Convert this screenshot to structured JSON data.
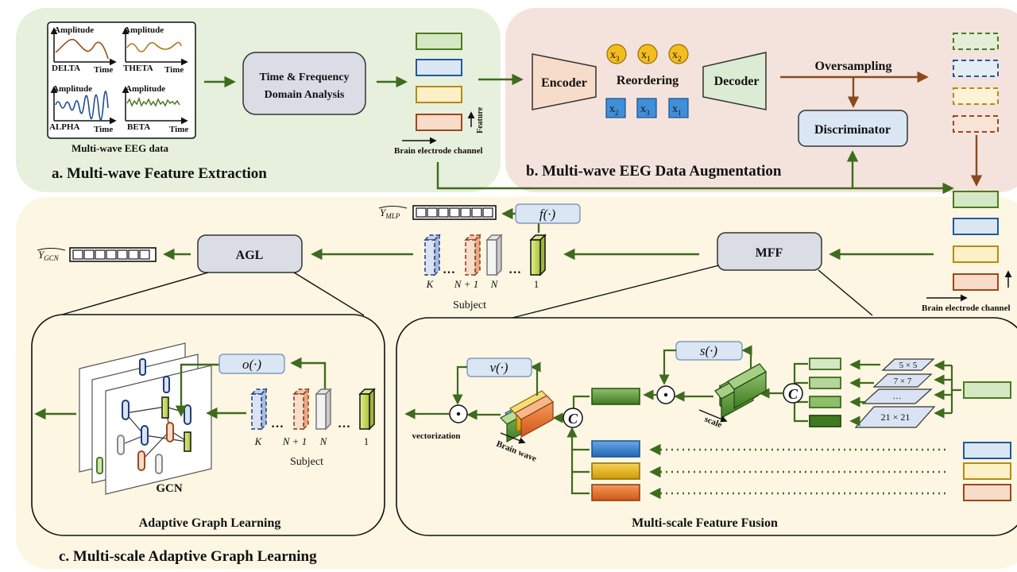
{
  "panel_a": {
    "title": "a. Multi-wave Feature Extraction",
    "eeg_caption": "Multi-wave EEG data",
    "amplitude": "Amplitude",
    "time": "Time",
    "waves": [
      "DELTA",
      "THETA",
      "ALPHA",
      "BETA"
    ],
    "analysis_line1": "Time & Frequency",
    "analysis_line2": "Domain Analysis",
    "feature_label": "Feature",
    "channel_label": "Brain electrode channel"
  },
  "panel_b": {
    "title": "b. Multi-wave EEG Data Augmentation",
    "encoder": "Encoder",
    "decoder": "Decoder",
    "reordering": "Reordering",
    "oversampling": "Oversampling",
    "discriminator": "Discriminator",
    "top_tokens": [
      {
        "base": "x",
        "sub": "3"
      },
      {
        "base": "x",
        "sub": "1"
      },
      {
        "base": "x",
        "sub": "2"
      }
    ],
    "bottom_tokens": [
      {
        "base": "x",
        "sub": "2"
      },
      {
        "base": "x",
        "sub": "3"
      },
      {
        "base": "x",
        "sub": "1"
      }
    ]
  },
  "panel_c": {
    "title": "c. Multi-scale Adaptive Graph Learning",
    "agl": "AGL",
    "mff": "MFF",
    "y_mlp": "Y",
    "y_mlp_sub": "MLP",
    "y_gcn": "Y",
    "y_gcn_sub": "GCN",
    "f_func": "f(·)",
    "o_func": "o(·)",
    "v_func": "v(·)",
    "s_func": "s(·)",
    "subject": "Subject",
    "subject_labels": [
      "K",
      "N + 1",
      "N",
      "1"
    ],
    "dots": "…",
    "gcn": "GCN",
    "agl_caption": "Adaptive Graph Learning",
    "mff_caption": "Multi-scale Feature Fusion",
    "vectorization": "vectorization",
    "brain_wave": "Brain wave",
    "scale": "scale",
    "kernels": [
      "5 × 5",
      "7 × 7",
      "…",
      "21 × 21"
    ],
    "channel_label": "Brain electrode channel",
    "concat": "C",
    "dot_op": "·"
  },
  "colors": {
    "green_panel": "#e7f0dc",
    "pink_panel": "#f4e3dc",
    "yellow_panel": "#fdf6e3",
    "arrow_green": "#3e6b1d",
    "arrow_brown": "#8a4a1e",
    "feat_green": "#d5e8c4",
    "feat_blue": "#dae6f3",
    "feat_yellow": "#fcf0c8",
    "feat_peach": "#f6dcc9"
  }
}
